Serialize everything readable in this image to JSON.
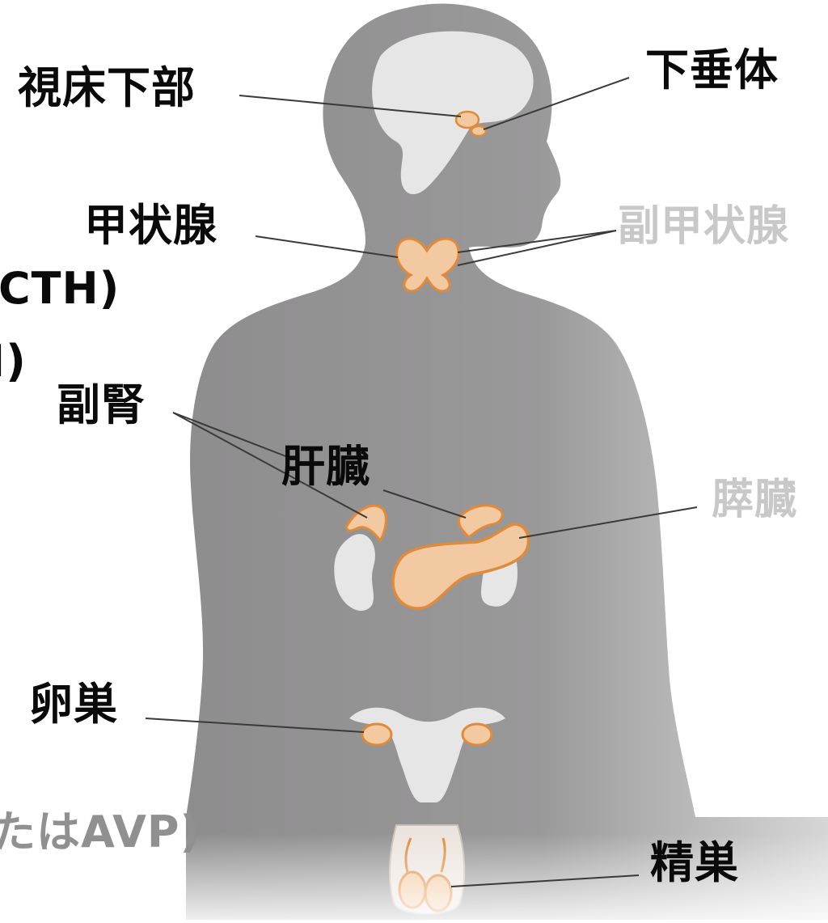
{
  "labels": {
    "hypothalamus": "視床下部",
    "pituitary": "下垂体",
    "thyroid": "甲状腺",
    "parathyroid": "副甲状腺",
    "adrenal": "副腎",
    "liver": "肝臓",
    "pancreas": "膵臓",
    "ovary": "卵巣",
    "testis": "精巣"
  },
  "cropped_text": {
    "line1": "CTH)",
    "line2": "I)",
    "line3": "たはAVP)"
  },
  "colors": {
    "body": "#8e8d8e",
    "organ_fill": "#f2c9a0",
    "organ_stroke": "#e08a3a",
    "cavity": "#e6e6e6",
    "leader": "#3a3a3a",
    "label_dark": "#0a0a0a",
    "label_light": "#c8c8c8",
    "label_grey": "#909090"
  }
}
